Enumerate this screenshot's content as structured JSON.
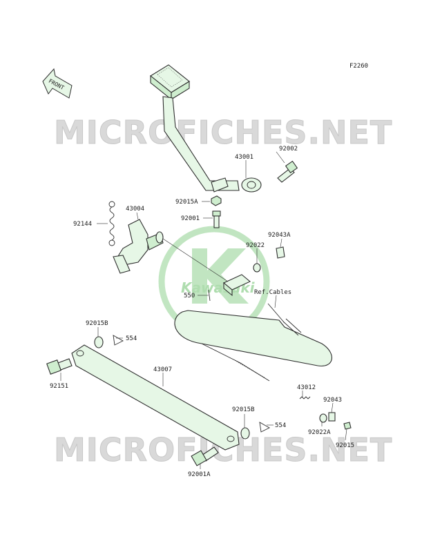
{
  "figure_code": "F2260",
  "front_label": "FRONT",
  "watermark": "MICROFICHES.NET",
  "logo_text": "Kawasaki",
  "colors": {
    "part_fill": "#e6f7e6",
    "logo": "#a8dfa8",
    "watermark": "#d9d9d9"
  },
  "labels": {
    "p43001": "43001",
    "p92002": "92002",
    "p92015A": "92015A",
    "p92001": "92001",
    "p43004": "43004",
    "p92144": "92144",
    "p92043A": "92043A",
    "p92022": "92022",
    "p550": "550",
    "ref_cables": "Ref.Cables",
    "p92015B_top": "92015B",
    "p554_top": "554",
    "p92151": "92151",
    "p43007": "43007",
    "p43012": "43012",
    "p92043": "92043",
    "p92015B_bot": "92015B",
    "p554_bot": "554",
    "p92022A": "92022A",
    "p92015": "92015",
    "p92001A": "92001A"
  }
}
